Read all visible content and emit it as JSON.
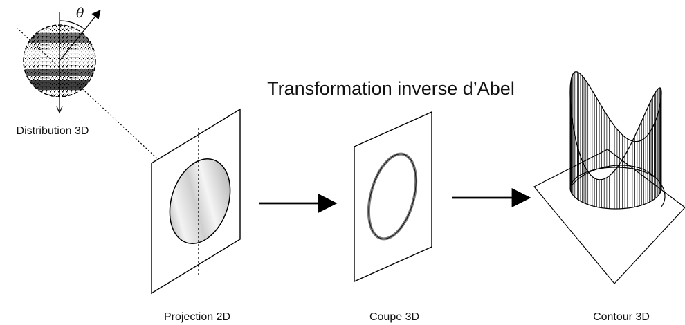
{
  "title": "Transformation inverse d’Abel",
  "theta_symbol": "θ",
  "captions": {
    "distribution": "Distribution 3D",
    "projection": "Projection 2D",
    "coupe": "Coupe 3D",
    "contour": "Contour 3D"
  },
  "colors": {
    "ink": "#000000",
    "ellipse_light": "#f2f2f2",
    "ellipse_dark": "#8c8c8c"
  }
}
